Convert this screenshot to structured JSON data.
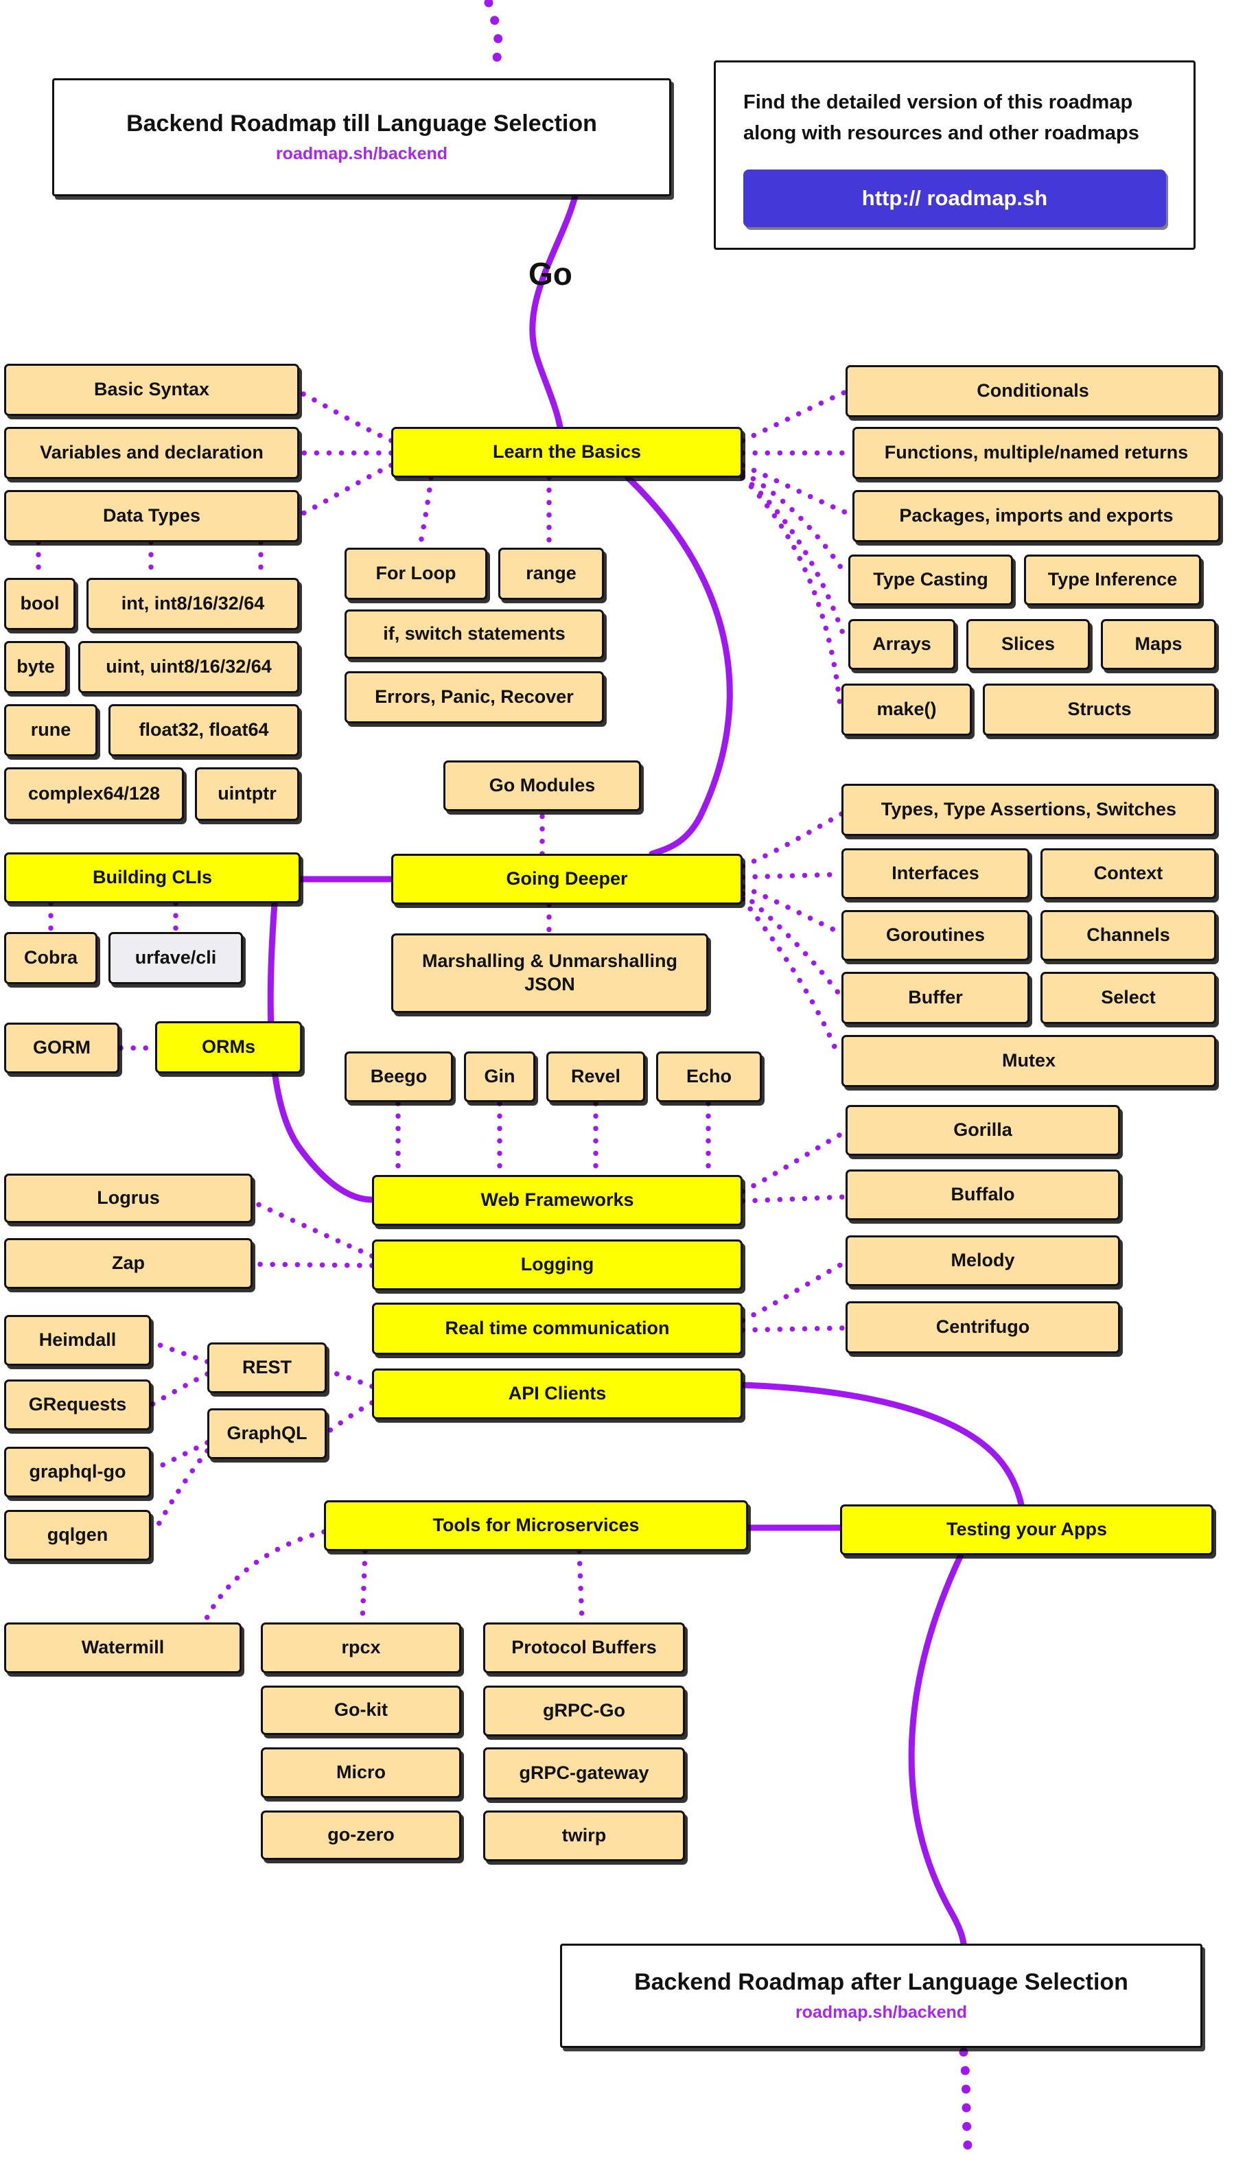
{
  "header": {
    "title_box": {
      "title": "Backend Roadmap till Language Selection",
      "subtitle": "roadmap.sh/backend"
    },
    "info_box": {
      "text": "Find the detailed version of this roadmap along with resources and other roadmaps",
      "button": "http:// roadmap.sh"
    },
    "language": "Go"
  },
  "footer": {
    "title": "Backend Roadmap after Language Selection",
    "subtitle": "roadmap.sh/backend"
  },
  "colors": {
    "purple": "#a018f0",
    "node_bg": "#ffe0a3",
    "topic_bg": "#fdff00",
    "button_bg": "#4438d6",
    "alt_bg": "#ededf2"
  },
  "nodes": {
    "basic_syntax": "Basic Syntax",
    "variables": "Variables and declaration",
    "data_types": "Data Types",
    "bool": "bool",
    "int_types": "int, int8/16/32/64",
    "byte": "byte",
    "uint_types": "uint, uint8/16/32/64",
    "rune": "rune",
    "float_types": "float32, float64",
    "complex": "complex64/128",
    "uintptr": "uintptr",
    "learn_the_basics": "Learn the Basics",
    "for_loop": "For Loop",
    "range": "range",
    "if_switch": "if, switch statements",
    "errors_panic": "Errors, Panic, Recover",
    "conditionals": "Conditionals",
    "functions_returns": "Functions, multiple/named returns",
    "packages": "Packages, imports and exports",
    "type_casting": "Type Casting",
    "type_inference": "Type Inference",
    "arrays": "Arrays",
    "slices": "Slices",
    "maps": "Maps",
    "make_fn": "make()",
    "structs": "Structs",
    "go_modules": "Go Modules",
    "building_clis": "Building CLIs",
    "going_deeper": "Going Deeper",
    "cobra": "Cobra",
    "urfave_cli": "urfave/cli",
    "marshalling_json": "Marshalling & Unmarshalling JSON",
    "gorm": "GORM",
    "orms": "ORMs",
    "types_assertions": "Types, Type Assertions, Switches",
    "interfaces": "Interfaces",
    "context": "Context",
    "goroutines": "Goroutines",
    "channels": "Channels",
    "buffer": "Buffer",
    "select": "Select",
    "mutex": "Mutex",
    "beego": "Beego",
    "gin": "Gin",
    "revel": "Revel",
    "echo": "Echo",
    "web_frameworks": "Web Frameworks",
    "logging": "Logging",
    "realtime": "Real time communication",
    "api_clients": "API Clients",
    "logrus": "Logrus",
    "zap": "Zap",
    "heimdall": "Heimdall",
    "grequests": "GRequests",
    "graphql_go": "graphql-go",
    "gqlgen": "gqlgen",
    "rest": "REST",
    "graphql": "GraphQL",
    "gorilla": "Gorilla",
    "buffalo": "Buffalo",
    "melody": "Melody",
    "centrifugo": "Centrifugo",
    "tools_microservices": "Tools for Microservices",
    "testing_apps": "Testing your Apps",
    "watermill": "Watermill",
    "rpcx": "rpcx",
    "go_kit": "Go-kit",
    "micro": "Micro",
    "go_zero": "go-zero",
    "protocol_buffers": "Protocol Buffers",
    "grpc_go": "gRPC-Go",
    "grpc_gateway": "gRPC-gateway",
    "twirp": "twirp"
  }
}
